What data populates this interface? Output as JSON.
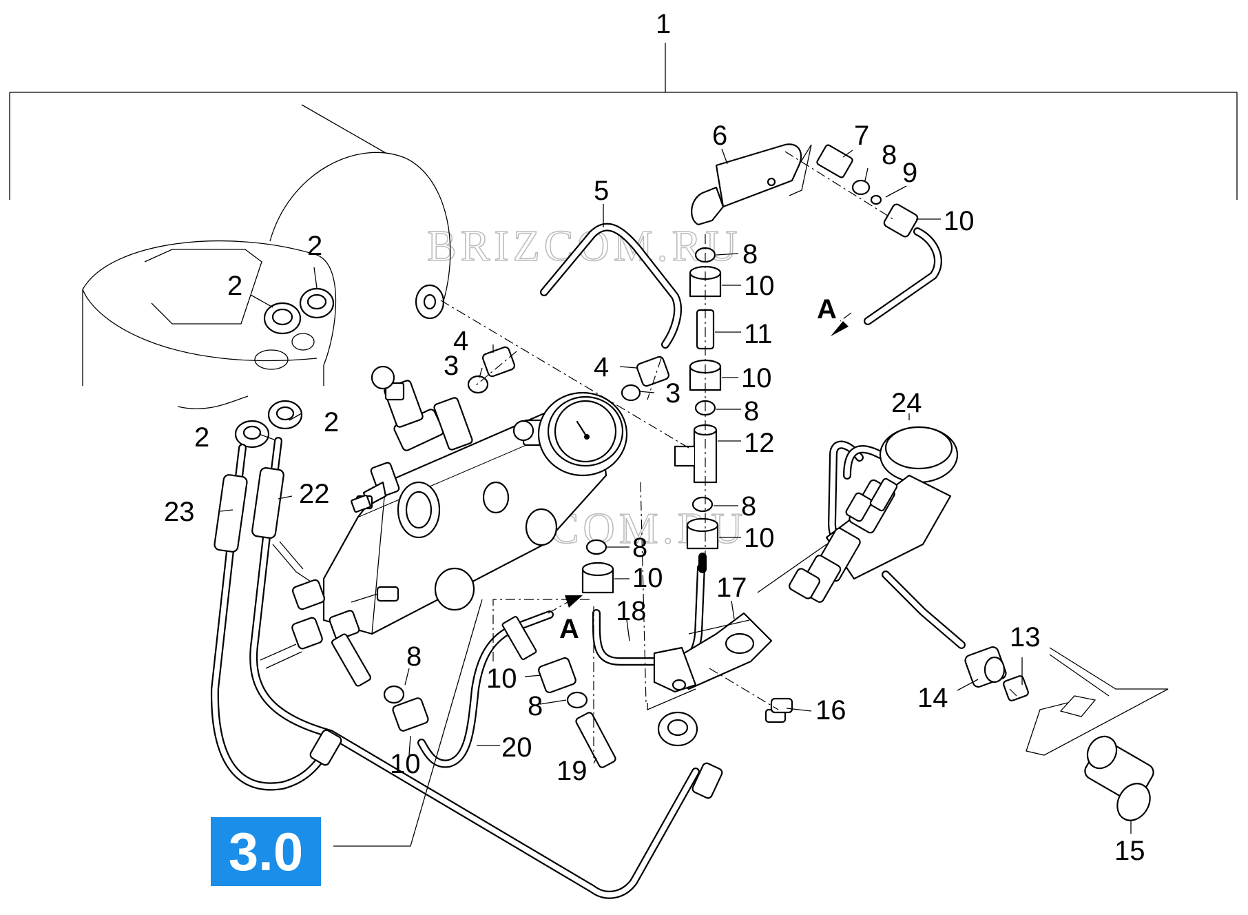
{
  "watermark": "BRIZCOM.RU",
  "reference_badge": {
    "text": "3.0",
    "color": "#1a8ee8"
  },
  "arrow_label": "A",
  "callouts": {
    "c1": "1",
    "c2a": "2",
    "c2b": "2",
    "c2c": "2",
    "c2d": "2",
    "c3a": "3",
    "c3b": "3",
    "c4a": "4",
    "c4b": "4",
    "c5": "5",
    "c6": "6",
    "c7": "7",
    "c8a": "8",
    "c8b": "8",
    "c8c": "8",
    "c8d": "8",
    "c8e": "8",
    "c8f": "8",
    "c8g": "8",
    "c9": "9",
    "c10a": "10",
    "c10b": "10",
    "c10c": "10",
    "c10d": "10",
    "c10e": "10",
    "c10f": "10",
    "c10g": "10",
    "c11": "11",
    "c12": "12",
    "c13": "13",
    "c14": "14",
    "c15": "15",
    "c16": "16",
    "c17": "17",
    "c18": "18",
    "c19": "19",
    "c20": "20",
    "c22": "22",
    "c23": "23",
    "c24": "24"
  }
}
